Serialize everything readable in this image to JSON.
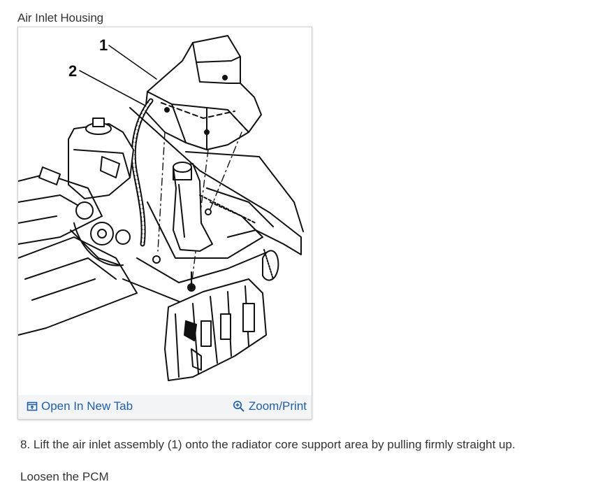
{
  "figure": {
    "caption": "Air Inlet Housing",
    "callouts": [
      "1",
      "2"
    ]
  },
  "toolbar": {
    "open_label": "Open In New Tab",
    "zoom_label": "Zoom/Print",
    "link_color": "#1f5fa8"
  },
  "steps": {
    "step8": "8. Lift the air inlet assembly (1) onto the radiator core support area by pulling firmly straight up.",
    "next_partial": "Loosen the PCM"
  }
}
